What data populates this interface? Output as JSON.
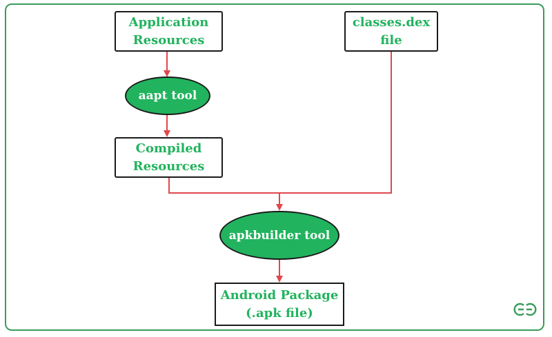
{
  "diagram": {
    "nodes": {
      "app_resources": {
        "line1": "Application",
        "line2": "Resources"
      },
      "classes_dex": {
        "line1": "classes.dex",
        "line2": "file"
      },
      "aapt_tool": {
        "label": "aapt tool"
      },
      "compiled_resources": {
        "line1": "Compiled",
        "line2": "Resources"
      },
      "apkbuilder_tool": {
        "label": "apkbuilder tool"
      },
      "android_package": {
        "line1": "Android Package",
        "line2": "(.apk file)"
      }
    },
    "edges": [
      {
        "from": "app_resources",
        "to": "aapt_tool"
      },
      {
        "from": "aapt_tool",
        "to": "compiled_resources"
      },
      {
        "from": "compiled_resources",
        "to": "apkbuilder_tool"
      },
      {
        "from": "classes_dex",
        "to": "apkbuilder_tool"
      },
      {
        "from": "apkbuilder_tool",
        "to": "android_package"
      }
    ],
    "logo": {
      "text": "GG",
      "icon": "geeksforgeeks-logo-icon"
    },
    "colors": {
      "frame_border": "#3a9b5a",
      "node_text": "#22b35e",
      "tool_fill": "#22b35e",
      "arrow": "#e0474c"
    }
  }
}
